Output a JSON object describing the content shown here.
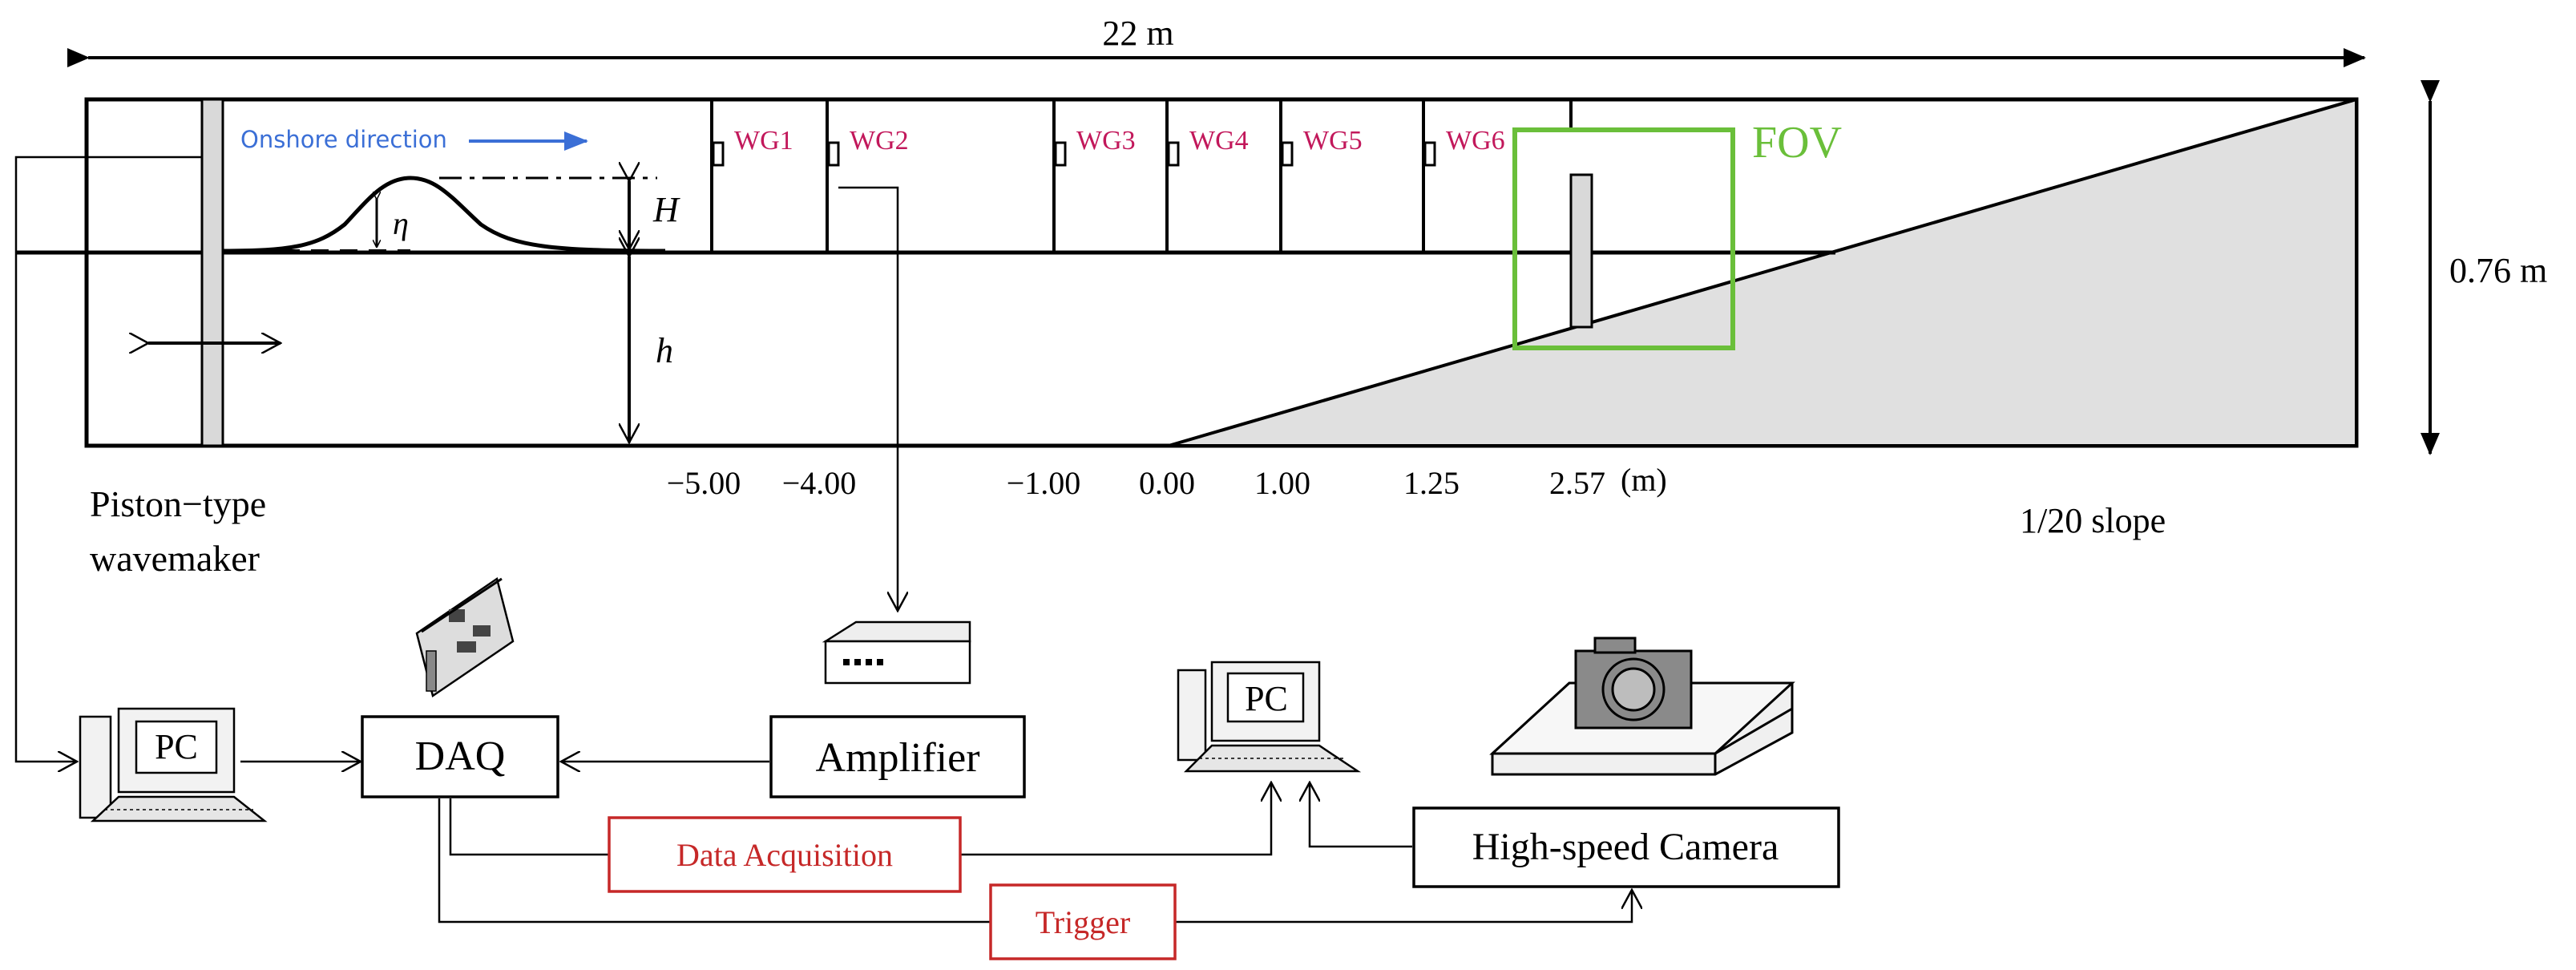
{
  "tank": {
    "length_label": "22 m",
    "height_label": "0.76 m",
    "slope_label": "1/20 slope",
    "wavemaker_label_line1": "Piston−type",
    "wavemaker_label_line2": "wavemaker",
    "onshore_label": "Onshore direction",
    "wave_height_symbol": "H",
    "depth_symbol": "h",
    "eta_symbol": "η",
    "fov_label": "FOV"
  },
  "wave_gauges": [
    {
      "name": "WG1",
      "position": "−5.00"
    },
    {
      "name": "WG2",
      "position": "−4.00"
    },
    {
      "name": "WG3",
      "position": "−1.00"
    },
    {
      "name": "WG4",
      "position": "0.00"
    },
    {
      "name": "WG5",
      "position": "1.00"
    },
    {
      "name": "WG6",
      "position": "1.25"
    }
  ],
  "structure_position": "2.57",
  "unit_label": "(m)",
  "equipment": {
    "pc_left": "PC",
    "daq": "DAQ",
    "amplifier": "Amplifier",
    "pc_right": "PC",
    "camera": "High-speed Camera",
    "data_acquisition": "Data Acquisition",
    "trigger": "Trigger"
  },
  "colors": {
    "gauge_labels": "#c2185b",
    "onshore": "#3b6fd6",
    "fov": "#6abf3a",
    "signal_boxes": "#c62828",
    "slope_fill": "#e0e0e0"
  }
}
